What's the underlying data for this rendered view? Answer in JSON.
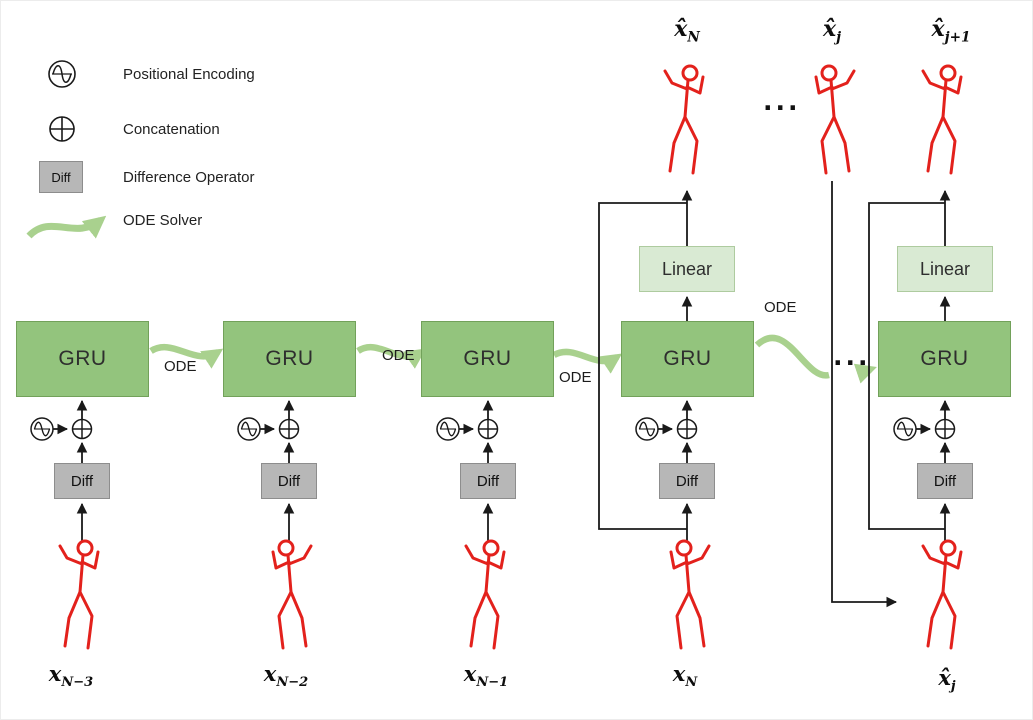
{
  "legend": {
    "positional_encoding": "Positional Encoding",
    "concatenation": "Concatenation",
    "difference_operator": "Difference Operator",
    "diff_box_label": "Diff",
    "ode_solver": "ODE Solver"
  },
  "blocks": {
    "gru": "GRU",
    "linear": "Linear",
    "diff": "Diff",
    "ode": "ODE"
  },
  "ellipsis": "...",
  "labels": {
    "inputs": [
      {
        "base": "x",
        "sub": "N−3"
      },
      {
        "base": "x",
        "sub": "N−2"
      },
      {
        "base": "x",
        "sub": "N−1"
      },
      {
        "base": "x",
        "sub": "N"
      },
      {
        "base": "x̂",
        "sub": "j"
      }
    ],
    "outputs": [
      {
        "base": "x̂",
        "sub": "N"
      },
      {
        "base": "x̂",
        "sub": "j"
      },
      {
        "base": "x̂",
        "sub": "j+1"
      }
    ]
  },
  "icons": {
    "positional_encoding": "sine-wave-in-circle-icon",
    "concatenation": "plus-in-circle-icon",
    "ode_solver": "green-curved-arrow-icon"
  },
  "colors": {
    "gru_fill": "#93c47d",
    "linear_fill": "#d9ead3",
    "diff_fill": "#b7b7b7",
    "ode_arrow": "#a9d18e",
    "skeleton": "#e3211c",
    "line": "#1a1a1a",
    "background": "#ffffff"
  }
}
